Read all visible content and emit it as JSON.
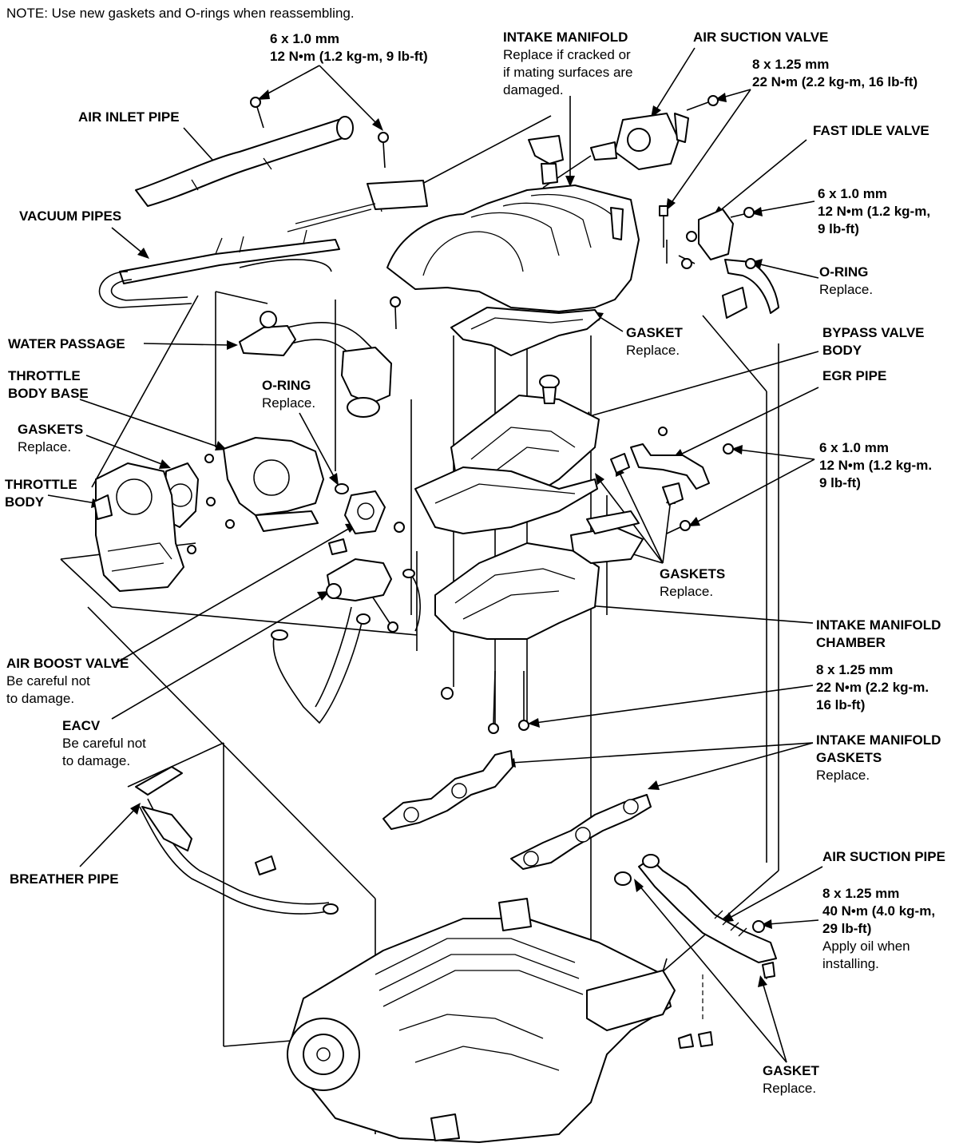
{
  "note": "NOTE:  Use new gaskets and O-rings when reassembling.",
  "labels": {
    "torque_6x10_top": {
      "lines": [
        "6 x 1.0 mm",
        "12 N•m (1.2 kg-m, 9 lb-ft)"
      ]
    },
    "intake_manifold": {
      "title": "INTAKE MANIFOLD",
      "lines": [
        "Replace if cracked or",
        "if mating surfaces are",
        "damaged."
      ]
    },
    "air_suction_valve": {
      "title": "AIR SUCTION VALVE"
    },
    "torque_8x125_top": {
      "lines": [
        "8 x 1.25 mm",
        "22 N•m (2.2 kg-m, 16 lb-ft)"
      ]
    },
    "air_inlet_pipe": {
      "title": "AIR INLET PIPE"
    },
    "fast_idle_valve": {
      "title": "FAST IDLE VALVE"
    },
    "vacuum_pipes": {
      "title": "VACUUM PIPES"
    },
    "torque_6x10_right": {
      "lines": [
        "6 x 1.0 mm",
        "12 N•m (1.2 kg-m,",
        "9 lb-ft)"
      ]
    },
    "o_ring_right": {
      "title": "O-RING",
      "lines": [
        "Replace."
      ]
    },
    "gasket_top": {
      "title": "GASKET",
      "lines": [
        "Replace."
      ]
    },
    "water_passage": {
      "title": "WATER PASSAGE"
    },
    "bypass_valve_body": {
      "title": "BYPASS VALVE",
      "lines": [
        "BODY"
      ]
    },
    "throttle_body_base": {
      "title": "THROTTLE",
      "lines": [
        "BODY BASE"
      ]
    },
    "o_ring_left": {
      "title": "O-RING",
      "lines": [
        "Replace."
      ]
    },
    "egr_pipe": {
      "title": "EGR PIPE"
    },
    "gaskets_left": {
      "title": "GASKETS",
      "lines": [
        "Replace."
      ]
    },
    "torque_6x10_mid": {
      "lines": [
        "6 x 1.0 mm",
        "12 N•m (1.2 kg-m.",
        "9 lb-ft)"
      ]
    },
    "throttle_body": {
      "title": "THROTTLE",
      "lines": [
        "BODY"
      ]
    },
    "gaskets_mid": {
      "title": "GASKETS",
      "lines": [
        "Replace."
      ]
    },
    "intake_manifold_chamber": {
      "title": "INTAKE MANIFOLD",
      "lines": [
        "CHAMBER"
      ]
    },
    "air_boost_valve": {
      "title": "AIR BOOST VALVE",
      "lines": [
        "Be careful not",
        "to damage."
      ]
    },
    "torque_8x125_mid": {
      "lines": [
        "8 x 1.25 mm",
        "22 N•m (2.2 kg-m.",
        "16 lb-ft)"
      ]
    },
    "eacv": {
      "title": "EACV",
      "lines": [
        "Be careful not",
        "to damage."
      ]
    },
    "intake_manifold_gaskets": {
      "title": "INTAKE MANIFOLD",
      "lines": [
        "GASKETS",
        "Replace."
      ]
    },
    "breather_pipe": {
      "title": "BREATHER PIPE"
    },
    "air_suction_pipe": {
      "title": "AIR SUCTION PIPE"
    },
    "torque_8x125_bottom": {
      "lines": [
        "8 x 1.25 mm",
        "40 N•m (4.0 kg-m,",
        "29 lb-ft)",
        "Apply oil when",
        "installing."
      ]
    },
    "gasket_bottom": {
      "title": "GASKET",
      "lines": [
        "Replace."
      ]
    }
  }
}
